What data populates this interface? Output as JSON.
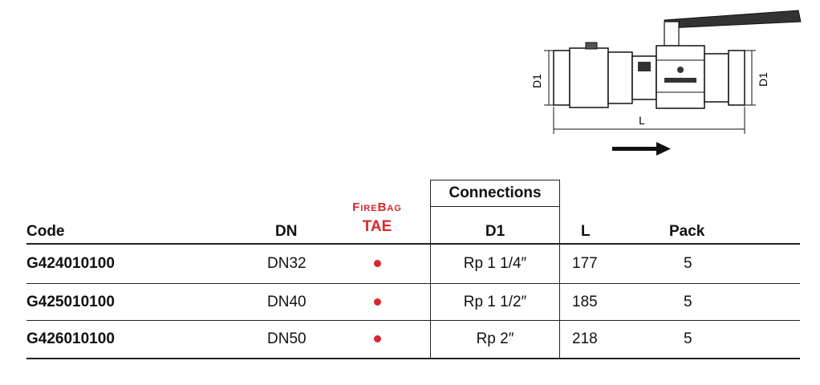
{
  "drawing": {
    "d1_left_label": "D1",
    "d1_right_label": "D1",
    "length_label": "L"
  },
  "table": {
    "connections_header": "Connections",
    "columns": {
      "code": "Code",
      "dn": "DN",
      "brand": "FireBag",
      "brand_sub": "TAE",
      "d1": "D1",
      "l": "L",
      "pack": "Pack"
    },
    "rows": [
      {
        "code": "G424010100",
        "dn": "DN32",
        "d1": "Rp 1 1/4″",
        "l": "177",
        "pack": "5"
      },
      {
        "code": "G425010100",
        "dn": "DN40",
        "d1": "Rp 1 1/2″",
        "l": "185",
        "pack": "5"
      },
      {
        "code": "G426010100",
        "dn": "DN50",
        "d1": "Rp 2″",
        "l": "218",
        "pack": "5"
      }
    ]
  },
  "colors": {
    "accent": "#d9262c",
    "line": "#222222"
  }
}
